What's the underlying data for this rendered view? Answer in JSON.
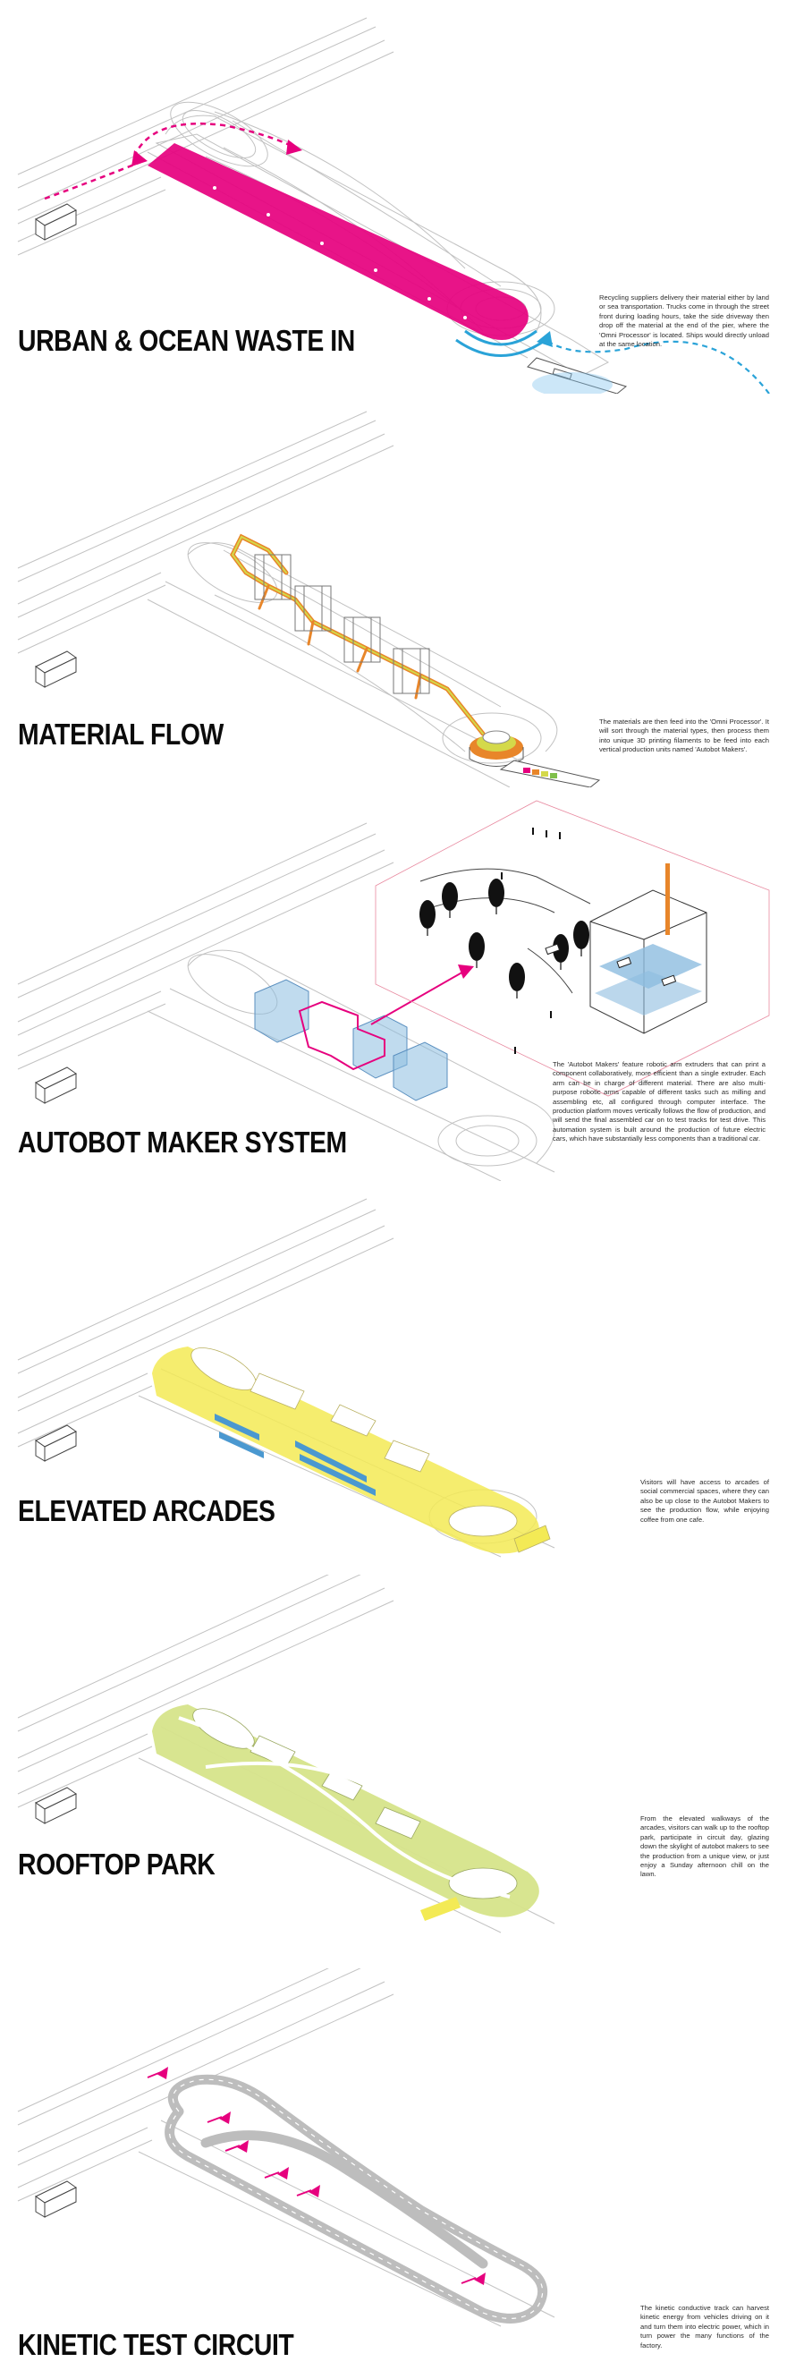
{
  "sections": [
    {
      "title": "URBAN & OCEAN WASTE IN",
      "desc": "Recycling suppliers delivery their material either by land or sea transportation. Trucks come in through the street front during loading hours, take the side driveway then drop off the material at the end of the pier, where the 'Omni Processor' is located. Ships would directly unload at the same location."
    },
    {
      "title": "MATERIAL FLOW",
      "desc": "The materials are then feed into the 'Omni Processor'. It will sort through the material types, then process them into unique 3D printing filaments to be feed into each vertical production units named 'Autobot Makers'."
    },
    {
      "title": "AUTOBOT MAKER SYSTEM",
      "desc": "The 'Autobot Makers' feature robotic arm extruders that can print a component collaboratively, more efficient than a single extruder. Each arm can be in charge of different material. There are also multi-purpose robotic arms capable of different tasks such as milling and assembling etc, all configured through computer interface. The production platform moves vertically follows the flow of production, and will send the final assembled car on to test tracks for test drive. This automation system is built around the production of future electric cars, which have substantially less components than a traditional car."
    },
    {
      "title": "ELEVATED ARCADES",
      "desc": "Visitors will have access to arcades of social commercial spaces, where they can also be up close to the Autobot Makers to see the production flow, while enjoying coffee from one cafe."
    },
    {
      "title": "ROOFTOP PARK",
      "desc": "From the elevated walkways of the arcades, visitors can walk up to the rooftop park, participate in circuit day, glazing down the skylight of autobot makers to see the production from a unique view, or just enjoy a Sunday afternoon chill on the lawn."
    },
    {
      "title": "KINETIC TEST CIRCUIT",
      "desc": "The kinetic conductive track can harvest kinetic energy from vehicles driving on it and turn them into electric power, which in turn power the many functions of the factory."
    }
  ],
  "colors": {
    "magenta": "#e6007e",
    "cyan": "#2aa3d8",
    "yellow": "#f3ea55",
    "green": "#d6e48a",
    "blue": "#8dbde0",
    "orange": "#e8862a",
    "gray": "#bdbdbd",
    "line": "#b8b8b8",
    "dark": "#222222"
  }
}
